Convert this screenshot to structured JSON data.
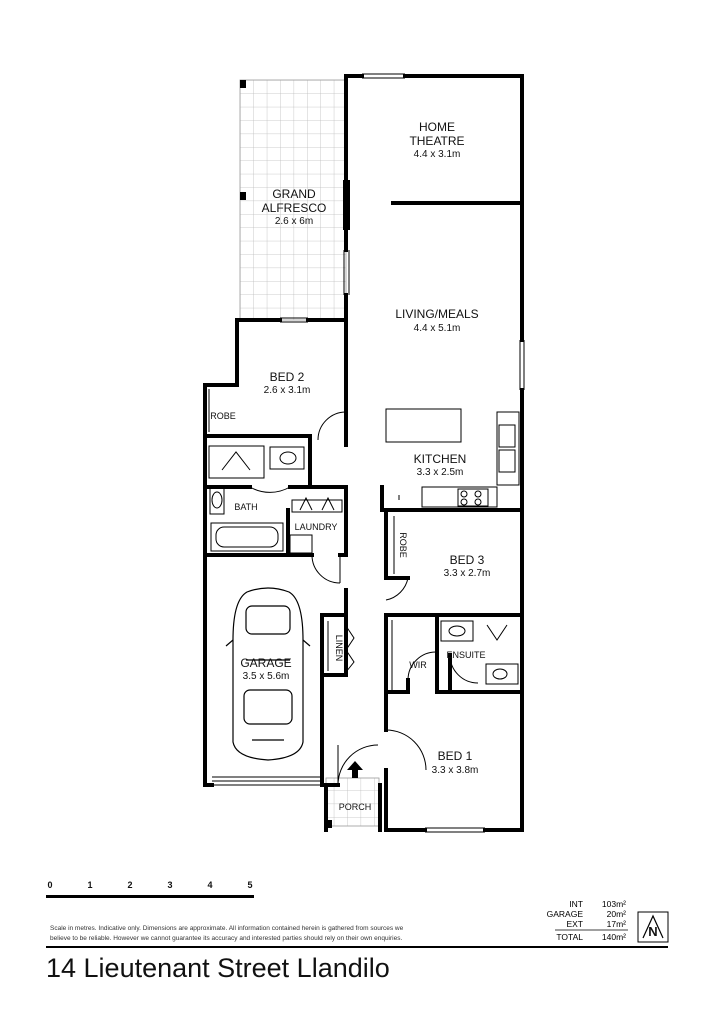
{
  "rooms": {
    "home_theatre": {
      "name_line1": "HOME",
      "name_line2": "THEATRE",
      "dims": "4.4 x 3.1m"
    },
    "grand_alfresco": {
      "name_line1": "GRAND",
      "name_line2": "ALFRESCO",
      "dims": "2.6 x 6m"
    },
    "living_meals": {
      "name": "LIVING/MEALS",
      "dims": "4.4 x 5.1m"
    },
    "bed2": {
      "name": "BED 2",
      "dims": "2.6 x 3.1m"
    },
    "robe1": {
      "name": "ROBE"
    },
    "kitchen": {
      "name": "KITCHEN",
      "dims": "3.3 x 2.5m"
    },
    "bath": {
      "name": "BATH"
    },
    "laundry": {
      "name": "LAUNDRY"
    },
    "bed3": {
      "name": "BED 3",
      "dims": "3.3 x 2.7m"
    },
    "robe2": {
      "name": "ROBE"
    },
    "garage": {
      "name": "GARAGE",
      "dims": "3.5 x 5.6m"
    },
    "linen": {
      "name": "LINEN"
    },
    "wir": {
      "name": "WIR"
    },
    "ensuite": {
      "name": "ENSUITE"
    },
    "bed1": {
      "name": "BED 1",
      "dims": "3.3 x 3.8m"
    },
    "porch": {
      "name": "PORCH"
    }
  },
  "scale": {
    "ticks": [
      "0",
      "1",
      "2",
      "3",
      "4",
      "5"
    ]
  },
  "disclaimer": {
    "line1": "Scale in metres. Indicative only. Dimensions are approximate. All information contained herein is gathered from sources we",
    "line2": "believe to be reliable. However we cannot guarantee its accuracy and interested parties should rely on their own enquiries."
  },
  "areas": [
    {
      "label": "INT",
      "value": "103m²"
    },
    {
      "label": "GARAGE",
      "value": "20m²"
    },
    {
      "label": "EXT",
      "value": "17m²"
    },
    {
      "label": "TOTAL",
      "value": "140m²"
    }
  ],
  "compass": {
    "letter": "N"
  },
  "address": "14 Lieutenant Street Llandilo"
}
